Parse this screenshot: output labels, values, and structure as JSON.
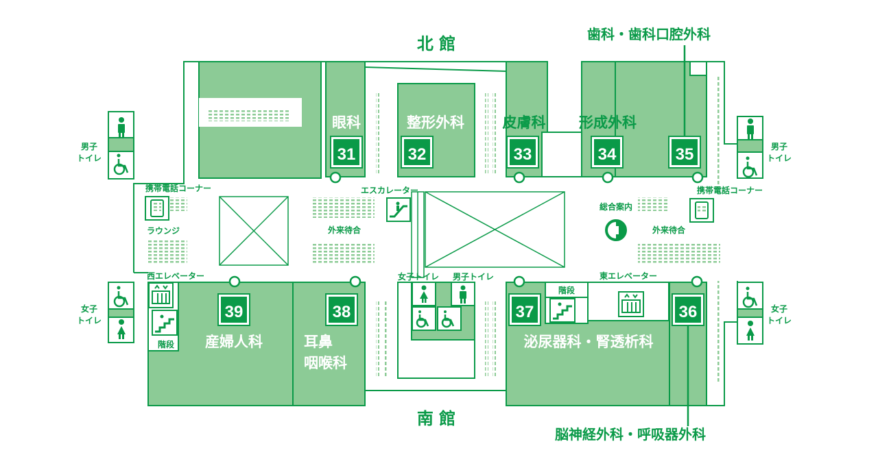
{
  "map": {
    "north_building": "北 館",
    "south_building": "南 館",
    "callout_top": "歯科・歯科口腔外科",
    "callout_bottom": "脳神経外科・呼吸器外科",
    "colors": {
      "green": "#0a9a48",
      "fill": "#8ccb96",
      "fill_dark": "#0a9a48",
      "dots": "#8ccb96"
    }
  },
  "departments": [
    {
      "number": "31",
      "name": "眼科"
    },
    {
      "number": "32",
      "name": "整形外科"
    },
    {
      "number": "33",
      "name": "皮膚科"
    },
    {
      "number": "34",
      "name": "形成外科"
    },
    {
      "number": "35",
      "name": ""
    },
    {
      "number": "36",
      "name": ""
    },
    {
      "number": "37",
      "name": "泌尿器科・腎透析科"
    },
    {
      "number": "38",
      "name_line1": "耳鼻",
      "name_line2": "咽喉科"
    },
    {
      "number": "39",
      "name": "産婦人科"
    }
  ],
  "facilities": {
    "mens_toilet_left_l1": "男子",
    "mens_toilet_left_l2": "トイレ",
    "womens_toilet_left_l1": "女子",
    "womens_toilet_left_l2": "トイレ",
    "mens_toilet_right_l1": "男子",
    "mens_toilet_right_l2": "トイレ",
    "womens_toilet_right_l1": "女子",
    "womens_toilet_right_l2": "トイレ",
    "phone_corner_left": "携帯電話コーナー",
    "phone_corner_right": "携帯電話コーナー",
    "lounge": "ラウンジ",
    "waiting_left": "外来待合",
    "waiting_right": "外来待合",
    "escalator": "エスカレーター",
    "info_desk": "総合案内",
    "west_elevator": "西エレベーター",
    "east_elevator": "東エレベーター",
    "stairs_west": "階段",
    "stairs_east": "階段",
    "womens_toilet_center": "女子トイレ",
    "mens_toilet_center": "男子トイレ"
  },
  "icons": [
    "mens-toilet-icon",
    "womens-toilet-icon",
    "wheelchair-icon",
    "phone-icon",
    "escalator-icon",
    "elevator-icon",
    "stairs-icon",
    "info-icon"
  ]
}
